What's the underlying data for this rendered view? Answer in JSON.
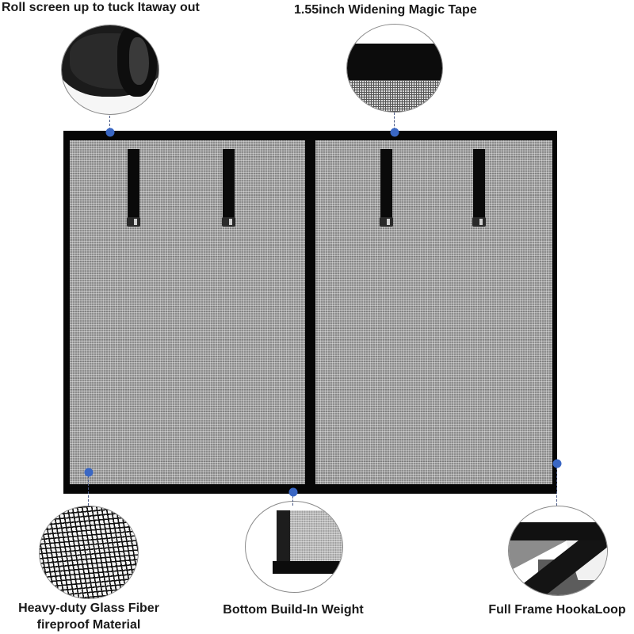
{
  "callouts": {
    "top_left": {
      "label": "Roll screen up to tuck Itaway out"
    },
    "top_right": {
      "label": "1.55inch Widening Magic Tape"
    },
    "bottom_left": {
      "label_line1": "Heavy-duty Glass Fiber",
      "label_line2": "fireproof Material"
    },
    "bottom_center": {
      "label": "Bottom Build-In Weight"
    },
    "bottom_right": {
      "label": "Full Frame HookaLoop"
    }
  },
  "colors": {
    "marker_dot": "#3a67c4",
    "frame": "#060606",
    "mesh": "#8d8d8d",
    "text": "#1a1a1a"
  }
}
